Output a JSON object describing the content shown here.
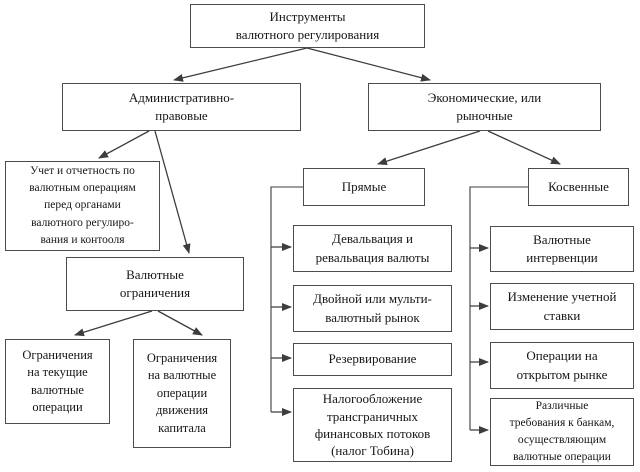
{
  "diagram_title": "Инструменты валютного регулирования",
  "colors": {
    "background": "#ffffff",
    "box_border": "#4c4c4c",
    "line": "#3d3d3d",
    "text": "#161616"
  },
  "nodes": {
    "root": {
      "text": "Инструменты\nвалютного регулирования"
    },
    "administrative": {
      "text": "Административно-\nправовые"
    },
    "economic": {
      "text": "Экономические, или\nрыночные"
    },
    "accounting": {
      "text": "Учет и отчетность по\nвалютным операциям\nперед органами\nвалютного регулиро-\nвания и контооля"
    },
    "restrictions": {
      "text": "Валютные\nограничения"
    },
    "current_operations": {
      "text": "Ограничения\nна текущие\nвалютные\nоперации"
    },
    "capital_operations": {
      "text": "Ограничения\nна валютные\nоперации\nдвижения\nкапитала"
    },
    "direct": {
      "text": "Прямые"
    },
    "indirect": {
      "text": "Косвенные"
    },
    "devaluation": {
      "text": "Девальвация и\nревальвация валюты"
    },
    "dual_market": {
      "text": "Двойной или мульти-\nвалютный рынок"
    },
    "reserving": {
      "text": "Резервирование"
    },
    "tobin_tax": {
      "text": "Налогообложение\nтрансграничных\nфинансовых потоков\n(налог Тобина)"
    },
    "interventions": {
      "text": "Валютные\nинтервенции"
    },
    "discount_rate": {
      "text": "Изменение учетной\nставки"
    },
    "open_market": {
      "text": "Операции на\nоткрытом рынке"
    },
    "bank_requirements": {
      "text": "Различные\nтребования к банкам,\nосуществляющим\nвалютные операции"
    }
  }
}
